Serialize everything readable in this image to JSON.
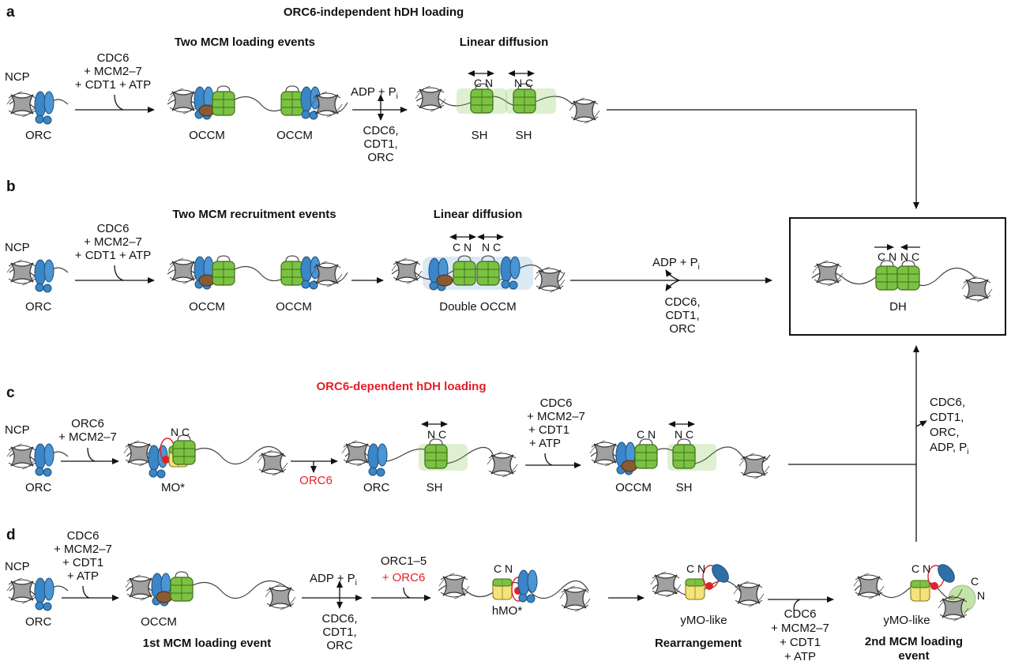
{
  "panels": {
    "a": {
      "letter": "a",
      "title": "ORC6-independent hDH loading",
      "stage1_title": "Two MCM loading events",
      "stage2_title": "Linear diffusion",
      "ncp": "NCP",
      "orc": "ORC",
      "reagents": [
        "CDC6",
        "+ MCM2–7",
        "+ CDT1 + ATP"
      ],
      "occm1": "OCCM",
      "occm2": "OCCM",
      "adp": "ADP + P",
      "adp_sub": "i",
      "release": [
        "CDC6,",
        "CDT1,",
        "ORC"
      ],
      "sh1": "SH",
      "sh2": "SH",
      "cn1": "C N",
      "nc2": "N C"
    },
    "b": {
      "letter": "b",
      "stage1_title": "Two MCM recruitment events",
      "stage2_title": "Linear diffusion",
      "ncp": "NCP",
      "orc": "ORC",
      "reagents": [
        "CDC6",
        "+ MCM2–7",
        "+ CDT1 + ATP"
      ],
      "occm1": "OCCM",
      "occm2": "OCCM",
      "double": "Double OCCM",
      "cn": "C N",
      "nc": "N C",
      "adp": "ADP + P",
      "adp_sub": "i",
      "release": [
        "CDC6,",
        "CDT1,",
        "ORC"
      ],
      "dh": "DH",
      "dh_cn": "C N",
      "dh_nc": "N C"
    },
    "c": {
      "letter": "c",
      "title": "ORC6-dependent hDH loading",
      "ncp": "NCP",
      "orc": "ORC",
      "reagents": [
        "ORC6",
        "+ MCM2–7"
      ],
      "mo": "MO*",
      "mo_nc": "N C",
      "orc6_release": "ORC6",
      "orc2": "ORC",
      "sh": "SH",
      "sh_nc": "N C",
      "reagents2": [
        "CDC6",
        "+ MCM2–7",
        "+ CDT1",
        "+ ATP"
      ],
      "occm": "OCCM",
      "occm_cn": "C N",
      "sh2": "SH",
      "sh2_nc": "N C",
      "release": [
        "CDC6,",
        "CDT1,",
        "ORC,",
        "ADP, P"
      ],
      "release_sub": "i"
    },
    "d": {
      "letter": "d",
      "ncp": "NCP",
      "orc": "ORC",
      "reagents": [
        "CDC6",
        "+ MCM2–7",
        "+ CDT1",
        "+ ATP"
      ],
      "occm": "OCCM",
      "step1": "1st MCM loading event",
      "adp": "ADP + P",
      "adp_sub": "i",
      "release": [
        "CDC6,",
        "CDT1,",
        "ORC"
      ],
      "orc15": "ORC1–5",
      "plus_orc6": "+ ORC6",
      "hmo": "hMO*",
      "hmo_cn": "C N",
      "ymo1": "yMO-like",
      "ymo1_cn": "C N",
      "rearr": "Rearrangement",
      "reagents2": [
        "CDC6",
        "+ MCM2–7",
        "+ CDT1",
        "+ ATP"
      ],
      "ymo2": "yMO-like",
      "ymo2_cn": "C N",
      "ymo2_c": "C",
      "ymo2_n": "N",
      "step2": [
        "2nd MCM loading",
        "event"
      ]
    }
  },
  "colors": {
    "orc_blue": "#3a86c8",
    "mcm_green": "#7cc242",
    "mcm_yellow": "#f2e37a",
    "cdt_brown": "#8a5a32",
    "nucleosome_gray": "#9a9a9a",
    "orc6_red": "#e3202a"
  }
}
